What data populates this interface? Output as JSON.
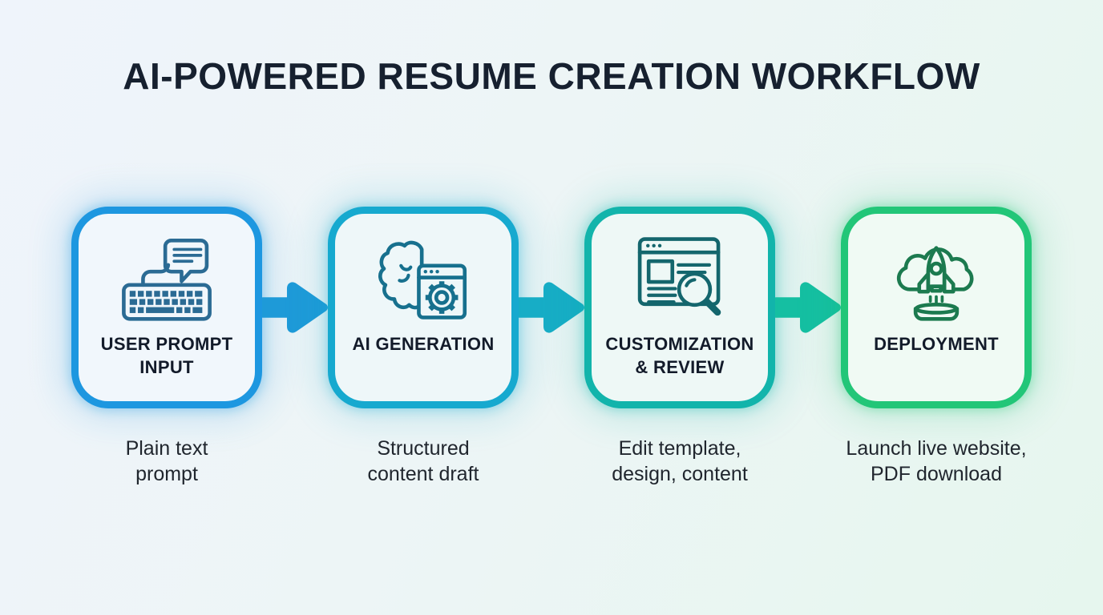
{
  "header": {
    "title": "AI-POWERED RESUME CREATION WORKFLOW"
  },
  "steps": [
    {
      "id": "user-prompt-input",
      "title_lines": [
        "USER PROMPT",
        "INPUT"
      ],
      "caption_lines": [
        "Plain text",
        "prompt"
      ],
      "icon": "keyboard-chat-icon",
      "accent": "#1d97e0",
      "icon_color": "#2b6b94",
      "card_bg": "#f1f7fc"
    },
    {
      "id": "ai-generation",
      "title_lines": [
        "AI GENERATION"
      ],
      "caption_lines": [
        "Structured",
        "content draft"
      ],
      "icon": "brain-gear-window-icon",
      "accent": "#16a9cf",
      "icon_color": "#17708e",
      "card_bg": "#eef7f9"
    },
    {
      "id": "customization-review",
      "title_lines": [
        "CUSTOMIZATION",
        "& REVIEW"
      ],
      "caption_lines": [
        "Edit template,",
        "design, content"
      ],
      "icon": "browser-magnifier-icon",
      "accent": "#12b4ab",
      "icon_color": "#14666d",
      "card_bg": "#eef8f6"
    },
    {
      "id": "deployment",
      "title_lines": [
        "DEPLOYMENT"
      ],
      "caption_lines": [
        "Launch live website,",
        "PDF download"
      ],
      "icon": "cloud-rocket-launch-icon",
      "accent": "#22c678",
      "icon_color": "#1c7a4f",
      "card_bg": "#f0faf4"
    }
  ],
  "arrows": [
    {
      "color": "#1e9ad8"
    },
    {
      "color": "#17adc6"
    },
    {
      "color": "#15bfa2"
    }
  ],
  "colors": {
    "background_start": "#eff4fb",
    "background_end": "#e6f6ee",
    "title_text": "#16202f",
    "step_title_text": "#131b2a",
    "caption_text": "#20262e"
  }
}
